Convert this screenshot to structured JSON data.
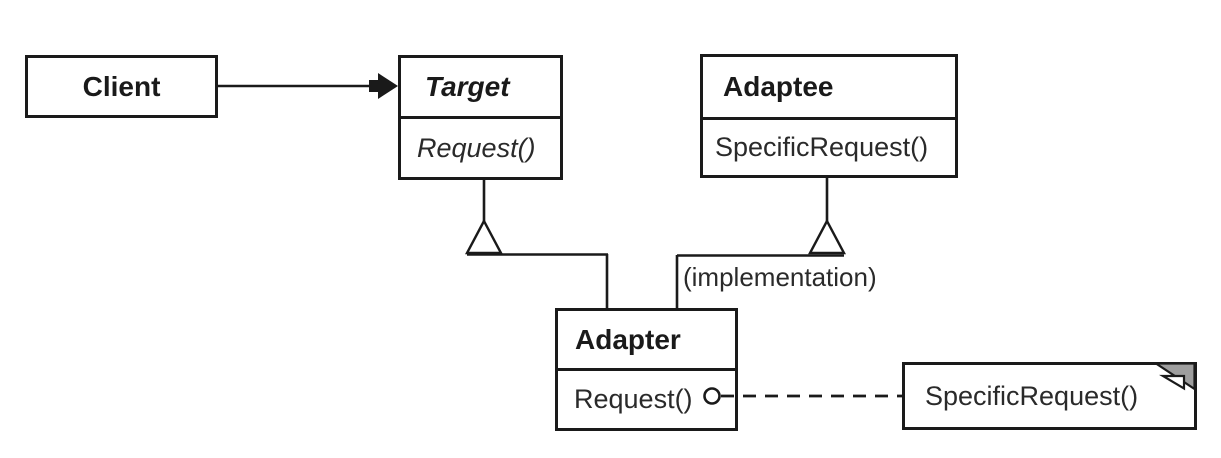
{
  "diagram_type": "uml-class-diagram",
  "classes": {
    "client": {
      "name": "Client",
      "methods": []
    },
    "target": {
      "name": "Target",
      "abstract": true,
      "methods": [
        "Request()"
      ]
    },
    "adaptee": {
      "name": "Adaptee",
      "methods": [
        "SpecificRequest()"
      ]
    },
    "adapter": {
      "name": "Adapter",
      "methods": [
        "Request()"
      ]
    }
  },
  "note": {
    "text": "SpecificRequest()"
  },
  "relationships": [
    {
      "from": "Client",
      "to": "Target",
      "type": "association",
      "arrowhead": "solid-filled"
    },
    {
      "from": "Adapter",
      "to": "Target",
      "type": "inheritance",
      "marker": "hollow-triangle"
    },
    {
      "from": "Adapter",
      "to": "Adaptee",
      "type": "inheritance",
      "marker": "hollow-triangle",
      "label": "(implementation)"
    },
    {
      "from": "Adapter.Request()",
      "to": "note SpecificRequest()",
      "type": "dashed-annotation-link",
      "marker": "open-circle"
    }
  ],
  "colors": {
    "ink": "#1a1a1a",
    "background": "#ffffff",
    "note_fold_gray": "#9e9e9e"
  }
}
